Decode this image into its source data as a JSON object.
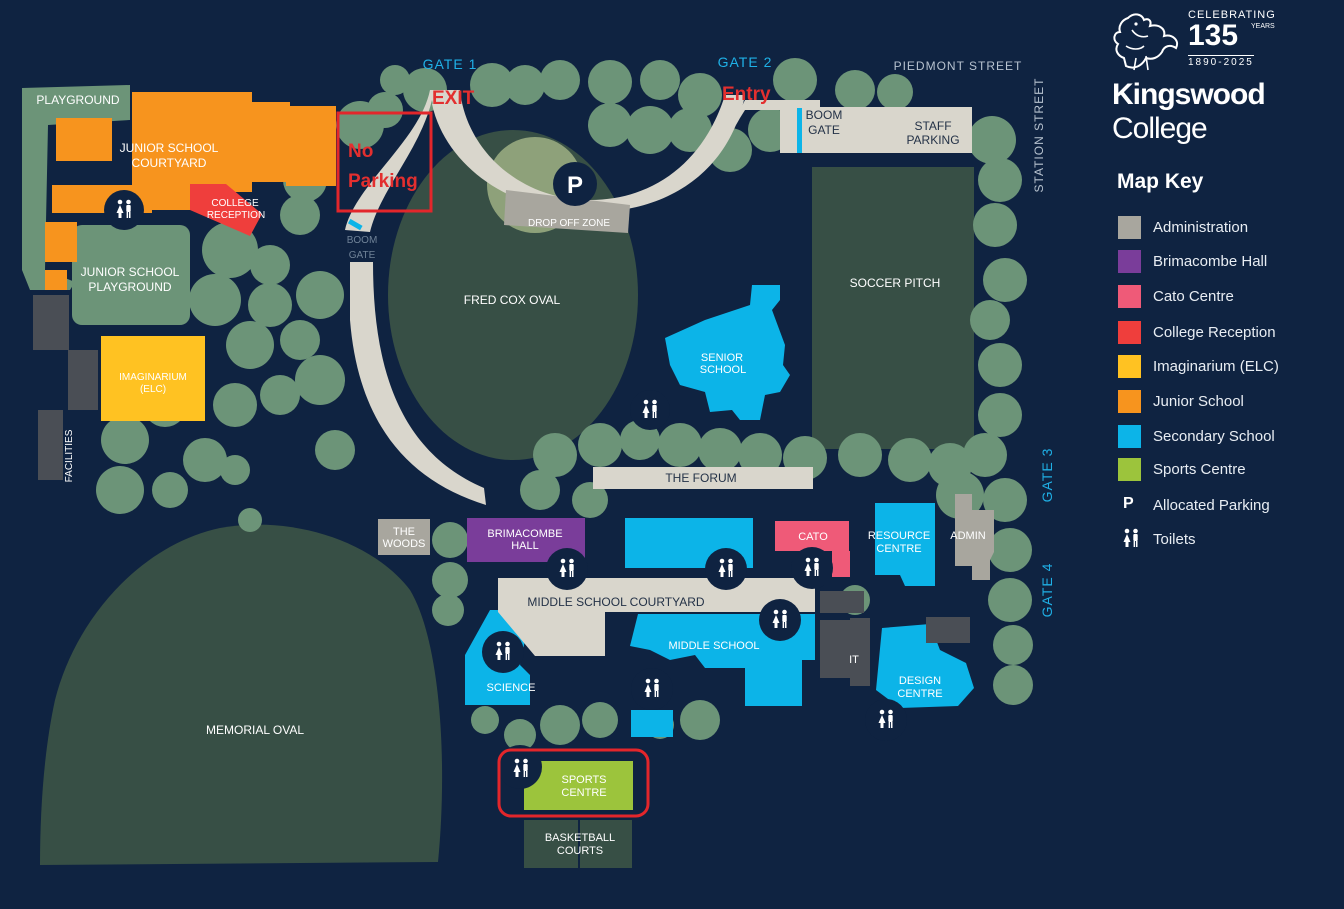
{
  "map": {
    "colors": {
      "background": "#0f2341",
      "tree": "#6c9478",
      "oval": "#374f45",
      "road": "#d9d6cc",
      "administration": "#a8a69e",
      "brimacombe_hall": "#7a3d9a",
      "cato_centre": "#ef5a78",
      "college_reception": "#ef3e3c",
      "imaginarium": "#ffc222",
      "junior_school": "#f7941e",
      "secondary_school": "#0cb4e8",
      "sports_centre": "#9cc43c",
      "highlight": "#e3262b"
    },
    "gates": {
      "gate1": "GATE 1",
      "gate2": "GATE 2",
      "gate3": "GATE 3",
      "gate4": "GATE 4"
    },
    "streets": {
      "piedmont": "PIEDMONT STREET",
      "station": "STATION STREET"
    },
    "annotations": {
      "exit": "EXIT",
      "entry": "Entry",
      "no": "No",
      "parking": "Parking"
    },
    "labels": {
      "playground": "PLAYGROUND",
      "junior_courtyard_1": "JUNIOR SCHOOL",
      "junior_courtyard_2": "COURTYARD",
      "college_reception_1": "COLLEGE",
      "college_reception_2": "RECEPTION",
      "junior_playground_1": "JUNIOR SCHOOL",
      "junior_playground_2": "PLAYGROUND",
      "imaginarium_1": "IMAGINARIUM",
      "imaginarium_2": "(ELC)",
      "facilities": "FACILITIES",
      "boom_gate_left_1": "BOOM",
      "boom_gate_left_2": "GATE",
      "boom_gate_right_1": "BOOM",
      "boom_gate_right_2": "GATE",
      "staff_parking_1": "STAFF",
      "staff_parking_2": "PARKING",
      "drop_off": "DROP OFF ZONE",
      "parking_symbol": "P",
      "fred_cox": "FRED COX OVAL",
      "soccer": "SOCCER PITCH",
      "senior_1": "SENIOR",
      "senior_2": "SCHOOL",
      "forum": "THE FORUM",
      "woods_1": "THE",
      "woods_2": "WOODS",
      "brimacombe_1": "BRIMACOMBE",
      "brimacombe_2": "HALL",
      "cato": "CATO",
      "resource_1": "RESOURCE",
      "resource_2": "CENTRE",
      "admin": "ADMIN",
      "middle_courtyard": "MIDDLE SCHOOL COURTYARD",
      "middle_school": "MIDDLE SCHOOL",
      "science": "SCIENCE",
      "it": "IT",
      "design_1": "DESIGN",
      "design_2": "CENTRE",
      "memorial": "MEMORIAL OVAL",
      "sports_1": "SPORTS",
      "sports_2": "CENTRE",
      "basketball_1": "BASKETBALL",
      "basketball_2": "COURTS"
    }
  },
  "brand": {
    "celebrating": "CELEBRATING",
    "number": "135",
    "years": "YEARS",
    "range": "1890-2025",
    "name": "Kingswood",
    "college": "College"
  },
  "key": {
    "title": "Map Key",
    "items": [
      {
        "label": "Administration",
        "color": "#a8a69e"
      },
      {
        "label": "Brimacombe Hall",
        "color": "#7a3d9a"
      },
      {
        "label": "Cato Centre",
        "color": "#ef5a78"
      },
      {
        "label": "College Reception",
        "color": "#ef3e3c"
      },
      {
        "label": "Imaginarium (ELC)",
        "color": "#ffc222"
      },
      {
        "label": "Junior School",
        "color": "#f7941e"
      },
      {
        "label": "Secondary School",
        "color": "#0cb4e8"
      },
      {
        "label": "Sports Centre",
        "color": "#9cc43c"
      }
    ],
    "parking_symbol": "P",
    "parking_label": "Allocated Parking",
    "toilets_label": "Toilets",
    "toilet_icon": "toilet-icon"
  }
}
